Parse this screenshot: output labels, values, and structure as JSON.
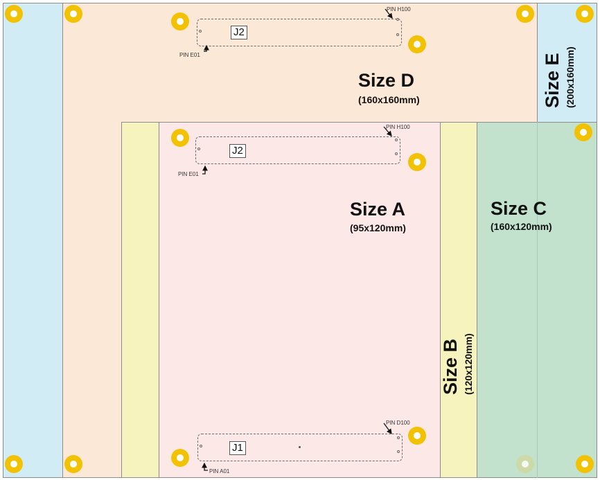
{
  "colors": {
    "size_e": "#d2ecf5",
    "size_d": "#fce8d6",
    "size_b": "#f7f3be",
    "size_a": "#fde8e8",
    "size_c": "#c2e2cd",
    "hole": "#f2c200",
    "outline": "#8c8c8c"
  },
  "regions": {
    "size_a": {
      "title": "Size A",
      "dims": "(95x120mm)"
    },
    "size_b": {
      "title": "Size B",
      "dims": "(120x120mm)"
    },
    "size_c": {
      "title": "Size C",
      "dims": "(160x120mm)"
    },
    "size_d": {
      "title": "Size D",
      "dims": "(160x160mm)"
    },
    "size_e": {
      "title": "Size E",
      "dims": "(200x160mm)"
    }
  },
  "connectors": {
    "top": {
      "name": "J2",
      "pin_start": "PIN E01",
      "pin_end": "PIN H100"
    },
    "middle": {
      "name": "J2",
      "pin_start": "PIN E01",
      "pin_end": "PIN H100"
    },
    "bottom": {
      "name": "J1",
      "pin_start": "PIN A01",
      "pin_end": "PIN D100"
    }
  }
}
